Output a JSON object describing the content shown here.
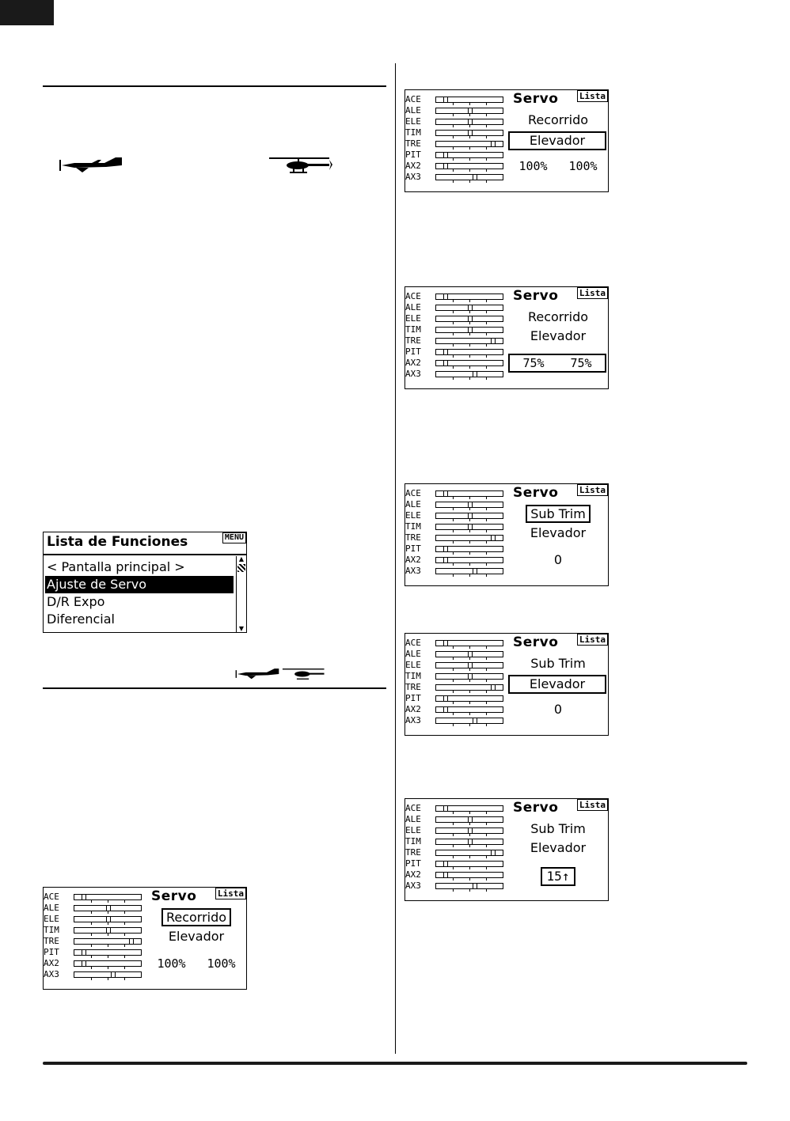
{
  "channels": [
    "ACE",
    "ALE",
    "ELE",
    "TIM",
    "TRE",
    "PIT",
    "AX2",
    "AX3"
  ],
  "channel_positions": [
    0.13,
    0.5,
    0.5,
    0.5,
    0.85,
    0.13,
    0.13,
    0.57
  ],
  "servo_screen": {
    "title": "Servo",
    "badge": "Lista",
    "recorrido": "Recorrido",
    "elevador": "Elevador",
    "sub_trim": "Sub Trim",
    "pct_left_100": "100%",
    "pct_right_100": "100%",
    "pct_left_75": "75%",
    "pct_right_75": "75%",
    "zero": "0",
    "fifteen": "15"
  },
  "function_list": {
    "title": "Lista de Funciones",
    "badge": "MENU",
    "items": [
      "< Pantalla principal >",
      "Ajuste de Servo",
      "D/R Expo",
      "Diferencial"
    ]
  }
}
